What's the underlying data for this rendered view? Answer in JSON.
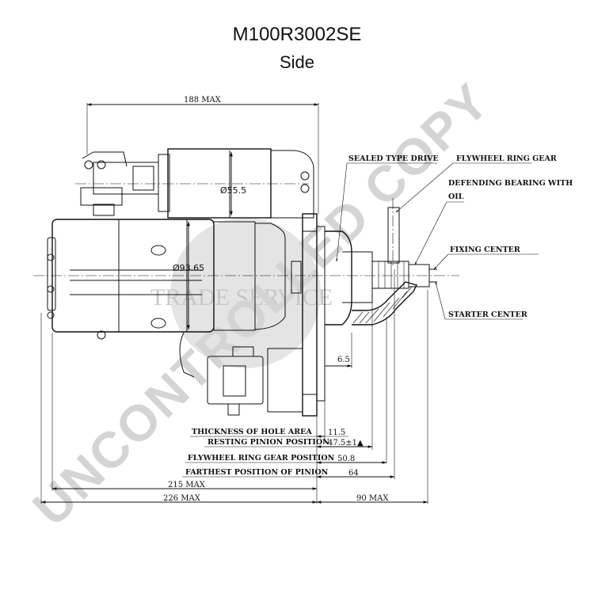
{
  "title": "M100R3002SE",
  "subtitle": "Side",
  "watermark": {
    "main": "UNCONTROLLED COPY",
    "badge": "TRADE SERVICE"
  },
  "labels": {
    "sealed_type_drive": "SEALED TYPE DRIVE",
    "flywheel_ring_gear": "FLYWHEEL RING GEAR",
    "bearing_line1": "DEFENDING BEARING WITH",
    "bearing_line2": "OIL",
    "fixing_center": "FIXING CENTER",
    "starter_center": "STARTER CENTER",
    "thickness_of_hole_area": "THICKNESS OF HOLE AREA",
    "resting_pinion_position": "RESTING PINION POSITION",
    "flywheel_ring_gear_position": "FLYWHEEL RING GEAR POSITION",
    "farthest_position_of_pinion": "FARTHEST POSITION OF  PINION"
  },
  "dimensions": {
    "overall_188": "188 MAX",
    "dia_55": "Ø55.5",
    "dia_93": "Ø93.65",
    "d_6_5": "6.5",
    "d_11_5": "11.5",
    "d_47_5": "47.5±1▲",
    "d_50_8": "50.8",
    "d_64": "64",
    "d_215": "215 MAX",
    "d_226": "226 MAX",
    "d_90": "90 MAX"
  },
  "colors": {
    "line": "#111111",
    "watermark": "#d4d4d4"
  }
}
